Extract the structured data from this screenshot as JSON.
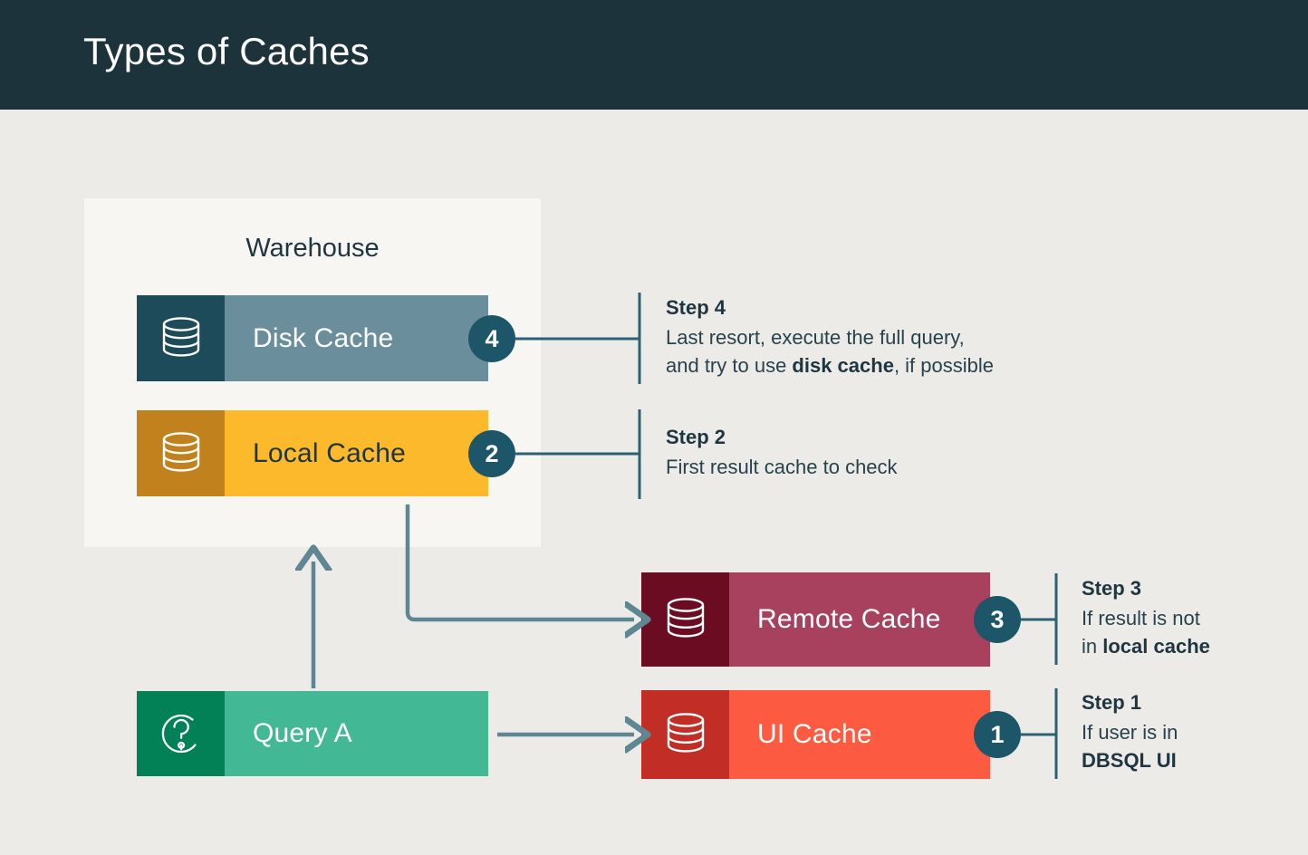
{
  "header": {
    "title": "Types of Caches",
    "background": "#1d333c",
    "text_color": "#ffffff"
  },
  "page": {
    "background": "#edebe8"
  },
  "warehouse": {
    "label": "Warehouse",
    "background": "#f7f6f2"
  },
  "nodes": [
    {
      "id": "disk-cache",
      "label": "Disk Cache",
      "icon": "database-icon",
      "icon_bg": "#1d4b59",
      "body_bg": "#6a8e9c",
      "text_color": "#ffffff",
      "step_number": "4"
    },
    {
      "id": "local-cache",
      "label": "Local Cache",
      "icon": "database-icon",
      "icon_bg": "#c1811d",
      "body_bg": "#fcb92c",
      "text_color": "#1d3640",
      "step_number": "2"
    },
    {
      "id": "remote-cache",
      "label": "Remote Cache",
      "icon": "database-icon",
      "icon_bg": "#6b0c22",
      "body_bg": "#a8415e",
      "text_color": "#ffffff",
      "step_number": "3"
    },
    {
      "id": "ui-cache",
      "label": "UI Cache",
      "icon": "database-icon",
      "icon_bg": "#c22e26",
      "body_bg": "#fc5b41",
      "text_color": "#ffffff",
      "step_number": "1"
    },
    {
      "id": "query-a",
      "label": "Query A",
      "icon": "question-mark-circle-icon",
      "icon_bg": "#018155",
      "body_bg": "#42b894",
      "text_color": "#ffffff",
      "step_number": ""
    }
  ],
  "steps": [
    {
      "number": "4",
      "title": "Step 4",
      "line1": "Last resort, execute the full query,",
      "line2_prefix": "and try to use ",
      "line2_bold": "disk cache",
      "line2_suffix": ", if possible",
      "target": "disk-cache"
    },
    {
      "number": "2",
      "title": "Step 2",
      "line1": "First result cache to check",
      "line2_prefix": "",
      "line2_bold": "",
      "line2_suffix": "",
      "target": "local-cache"
    },
    {
      "number": "3",
      "title": "Step 3",
      "line1": "If result is not",
      "line2_prefix": "in ",
      "line2_bold": "local cache",
      "line2_suffix": "",
      "target": "remote-cache"
    },
    {
      "number": "1",
      "title": "Step 1",
      "line1": "If user is in",
      "line2_prefix": "",
      "line2_bold": "DBSQL UI",
      "line2_suffix": "",
      "target": "ui-cache"
    }
  ],
  "accent": {
    "circle_fill": "#1d5668",
    "circle_text": "#ffffff",
    "leader_line": "#2c6072",
    "flow_arrow": "#5e8793"
  }
}
